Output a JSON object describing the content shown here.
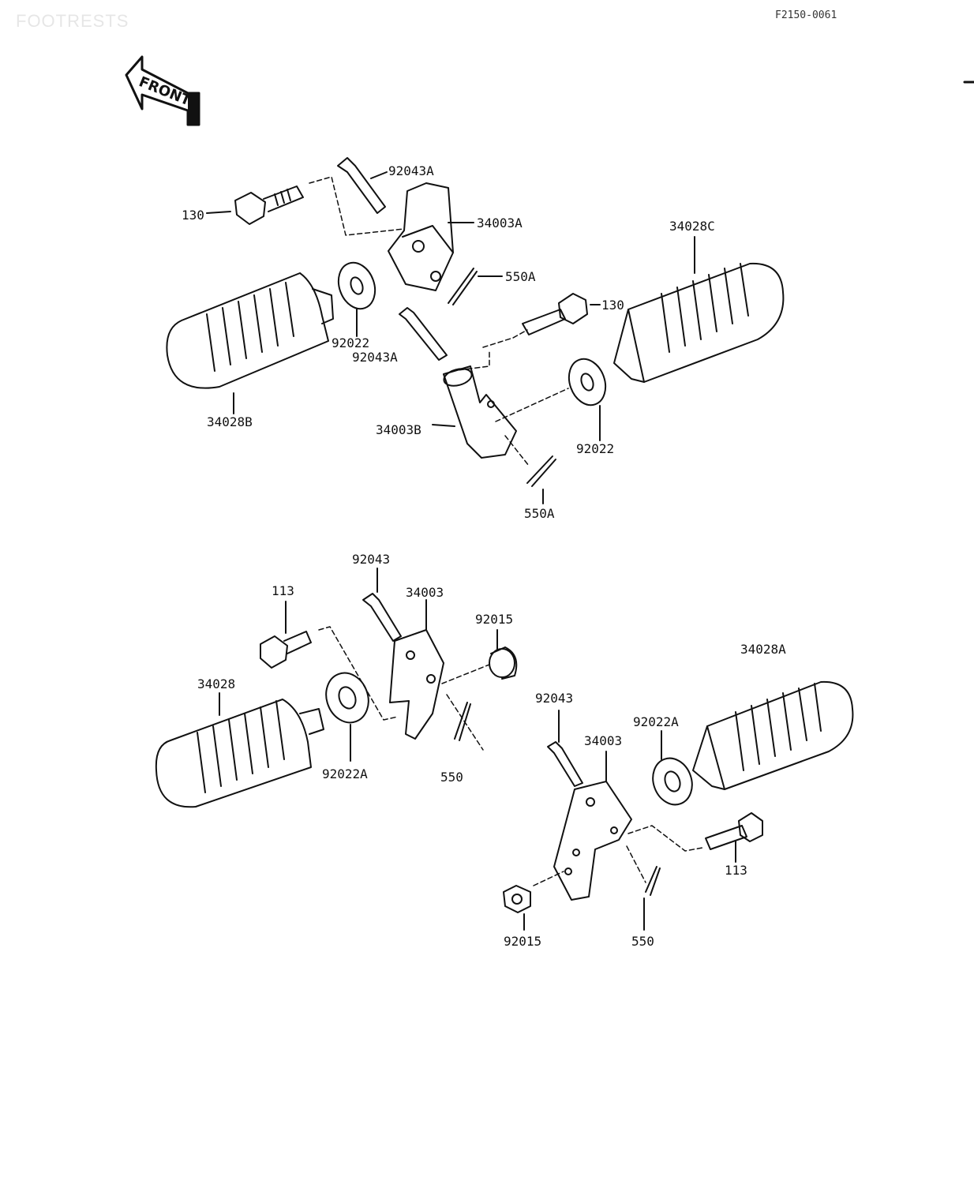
{
  "header": {
    "title": "FOOTRESTS",
    "figure_code": "F2150-0061"
  },
  "front_sign": {
    "label": "FRONT"
  },
  "parts": {
    "p130_a": "130",
    "p92043A_a": "92043A",
    "p34003A": "34003A",
    "p550A_a": "550A",
    "p34028C": "34028C",
    "p130_b": "130",
    "p92022_a": "92022",
    "p92043A_b": "92043A",
    "p34028B": "34028B",
    "p34003B": "34003B",
    "p92022_b": "92022",
    "p550A_b": "550A",
    "p92043_a": "92043",
    "p113_a": "113",
    "p34003_a": "34003",
    "p92015_a": "92015",
    "p34028A": "34028A",
    "p34028": "34028",
    "p92043_b": "92043",
    "p92022A_b": "92022A",
    "p34003_b": "34003",
    "p92022A_a": "92022A",
    "p550_a": "550",
    "p113_b": "113",
    "p92015_b": "92015",
    "p550_b": "550"
  },
  "icons": [
    "front-arrow-icon",
    "footpeg-icon",
    "bracket-icon",
    "bolt-icon",
    "pin-icon",
    "washer-icon",
    "cotter-pin-icon",
    "nut-icon",
    "collar-icon"
  ]
}
